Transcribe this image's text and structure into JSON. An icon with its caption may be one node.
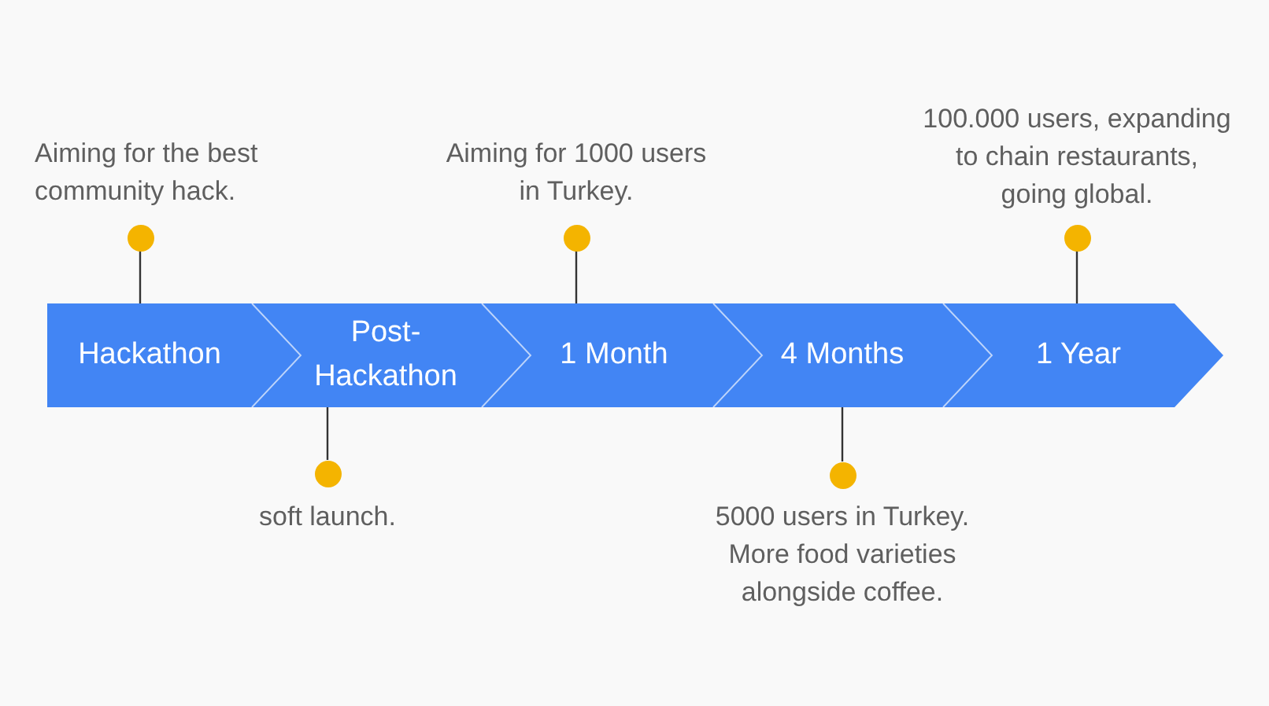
{
  "diagram": {
    "nodes": [
      {
        "text": [
          "Hackathon"
        ]
      },
      {
        "text": [
          "Post-Hackathon"
        ]
      },
      {
        "text": [
          "1 Month"
        ]
      },
      {
        "text": [
          "4 Months"
        ]
      },
      {
        "text": [
          "1 Year"
        ]
      },
      {
        "text": [],
        "shape": "circle",
        "beside": [
          "Aiming for the best community hack."
        ]
      },
      {
        "text": [],
        "shape": "circle",
        "beside": [
          "soft launch."
        ]
      },
      {
        "text": [],
        "shape": "circle",
        "beside": [
          "Aiming for 1000 users in Turkey."
        ]
      },
      {
        "text": [],
        "shape": "circle",
        "beside": [
          "5000 users in Turkey. More food varieties alongside coffee."
        ]
      },
      {
        "text": [],
        "shape": "circle",
        "beside": [
          "100.000 users, expanding to chain restaurants, going global."
        ]
      }
    ],
    "edges": [
      {
        "from": 0,
        "to": 5,
        "arrow": "none"
      },
      {
        "from": 1,
        "to": 6,
        "arrow": "none"
      },
      {
        "from": 2,
        "to": 7,
        "arrow": "none"
      },
      {
        "from": 3,
        "to": 8,
        "arrow": "none"
      },
      {
        "from": 4,
        "to": 9,
        "arrow": "none"
      }
    ]
  }
}
